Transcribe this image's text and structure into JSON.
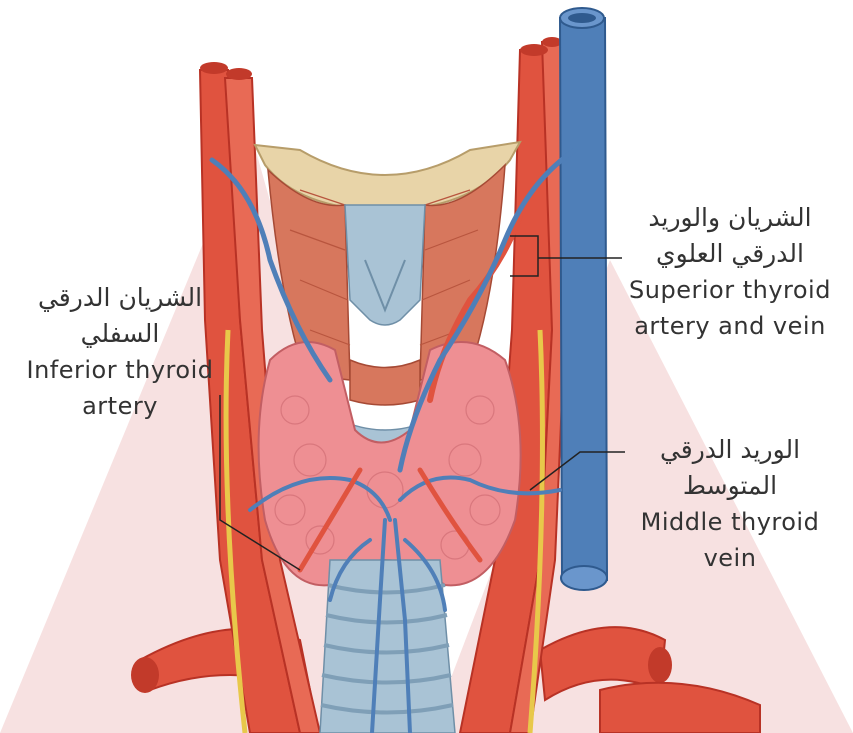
{
  "watermark_color": "#f6dede",
  "colors": {
    "artery": "#e0533f",
    "artery_dark": "#b83225",
    "vein": "#4f7fb8",
    "vein_dark": "#2f5a8e",
    "thyroid": "#ee8f93",
    "muscle": "#d7775d",
    "cartilage": "#a9c3d5",
    "bone": "#e8d4a8",
    "nerve": "#e8c84a",
    "leader_line": "#222222"
  },
  "labels": {
    "superior": {
      "ar_line1": "الشريان والوريد",
      "ar_line2": "الدرقي العلوي",
      "en_line1": "Superior thyroid",
      "en_line2": "artery and vein"
    },
    "inferior": {
      "ar_line1": "الشريان الدرقي",
      "ar_line2": "السفلي",
      "en_line1": "Inferior thyroid",
      "en_line2": "artery"
    },
    "middle": {
      "ar_line1": "الوريد الدرقي",
      "ar_line2": "المتوسط",
      "en_line1": "Middle thyroid",
      "en_line2": "vein"
    }
  }
}
